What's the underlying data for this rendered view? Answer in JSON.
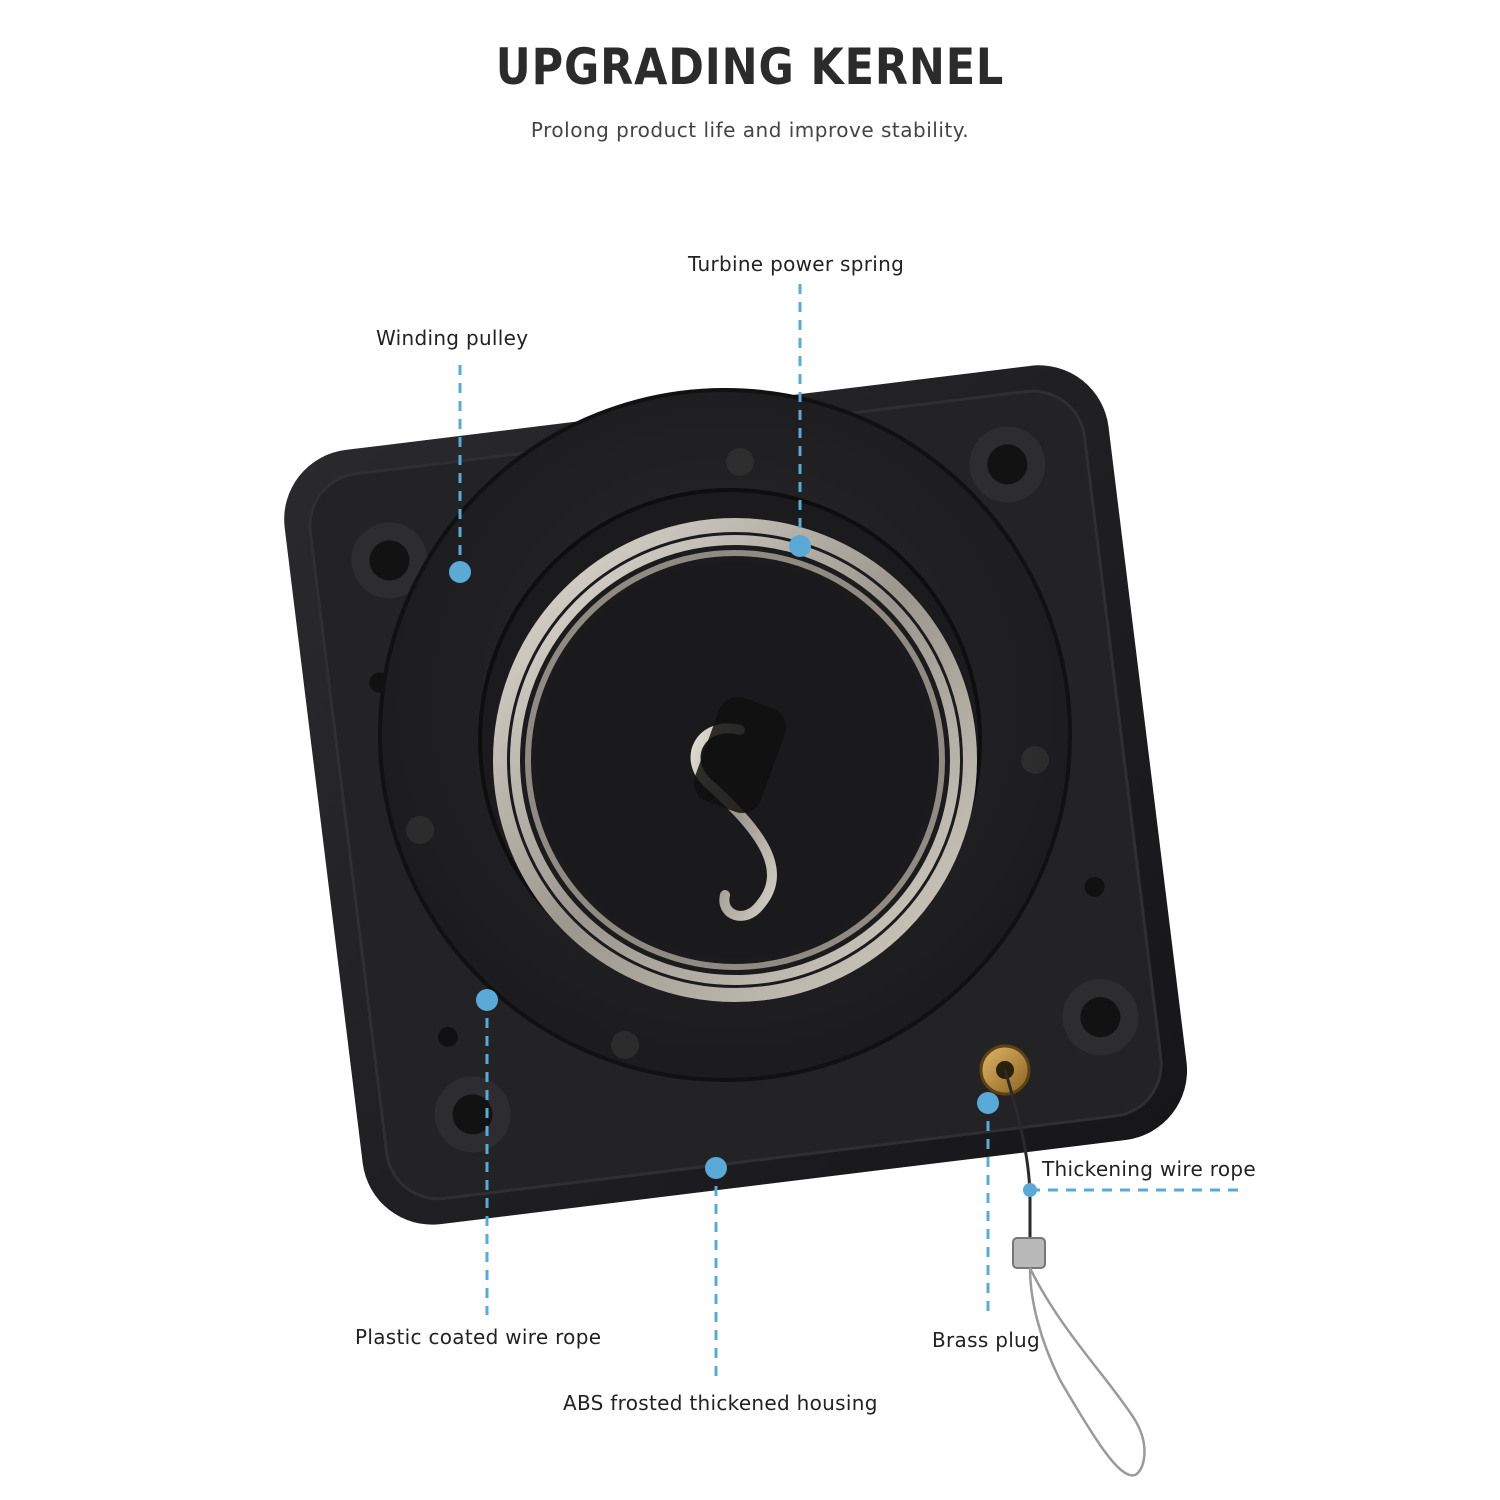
{
  "header": {
    "title": "UPGRADING KERNEL",
    "subtitle": "Prolong product life and improve stability."
  },
  "callouts": {
    "turbine_power_spring": "Turbine power spring",
    "winding_pulley": "Winding pulley",
    "thickening_wire_rope": "Thickening wire rope",
    "plastic_coated_wire_rope": "Plastic coated wire rope",
    "brass_plug": "Brass plug",
    "abs_housing": "ABS frosted thickened housing"
  },
  "colors": {
    "callout_blue": "#5aa9d6",
    "housing": "#1c1c1e",
    "spring": "#b9b5ad",
    "brass": "#b98a3c"
  }
}
